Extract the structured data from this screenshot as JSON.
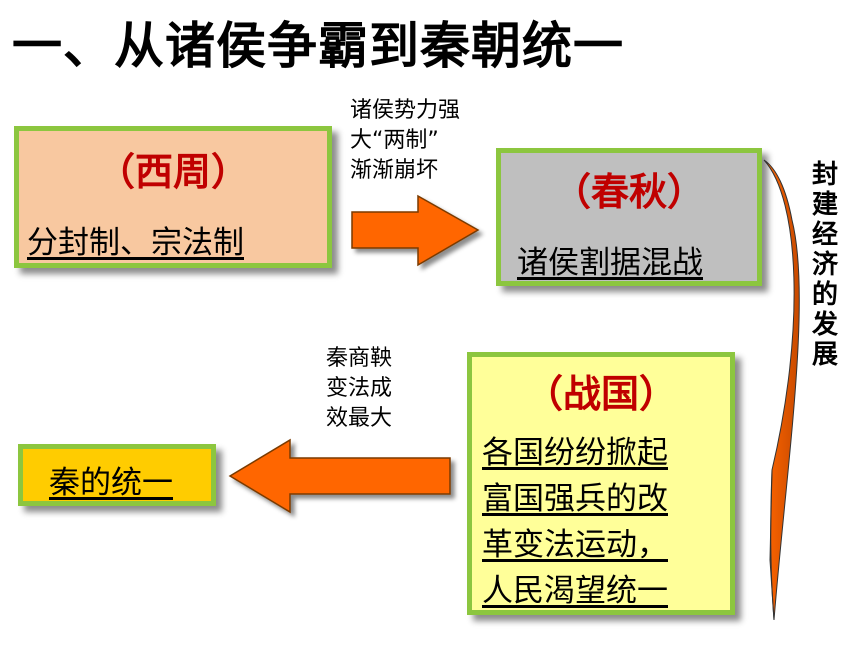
{
  "title": "一、从诸侯争霸到秦朝统一",
  "xizhou": {
    "heading": "（西周）",
    "text": "分封制、宗法制"
  },
  "chunqiu": {
    "heading": "（春秋）",
    "text": "诸侯割据混战"
  },
  "zhanguo": {
    "heading": "（战国）",
    "lines": [
      " 各国纷纷掀起",
      "富国强兵的改",
      "革变法运动，",
      "人民渴望统一"
    ]
  },
  "qin": {
    "text": "秦的统一"
  },
  "note_top": {
    "lines": [
      "诸侯势力强",
      "大“两制”",
      " 渐渐崩坏"
    ]
  },
  "note_bottom": {
    "lines": [
      "秦商鞅",
      "变法成",
      "效最大"
    ]
  },
  "side_label": [
    "封",
    "建",
    "经",
    "济",
    "的",
    "发",
    "展"
  ],
  "colors": {
    "border": "#8cc63f",
    "heading": "#c00000",
    "arrow": "#ff6600",
    "xizhou_bg": "#f8c8a0",
    "chunqiu_bg": "#bfbfbf",
    "zhanguo_bg": "#ffff99",
    "qin_bg": "#ffcc00"
  }
}
